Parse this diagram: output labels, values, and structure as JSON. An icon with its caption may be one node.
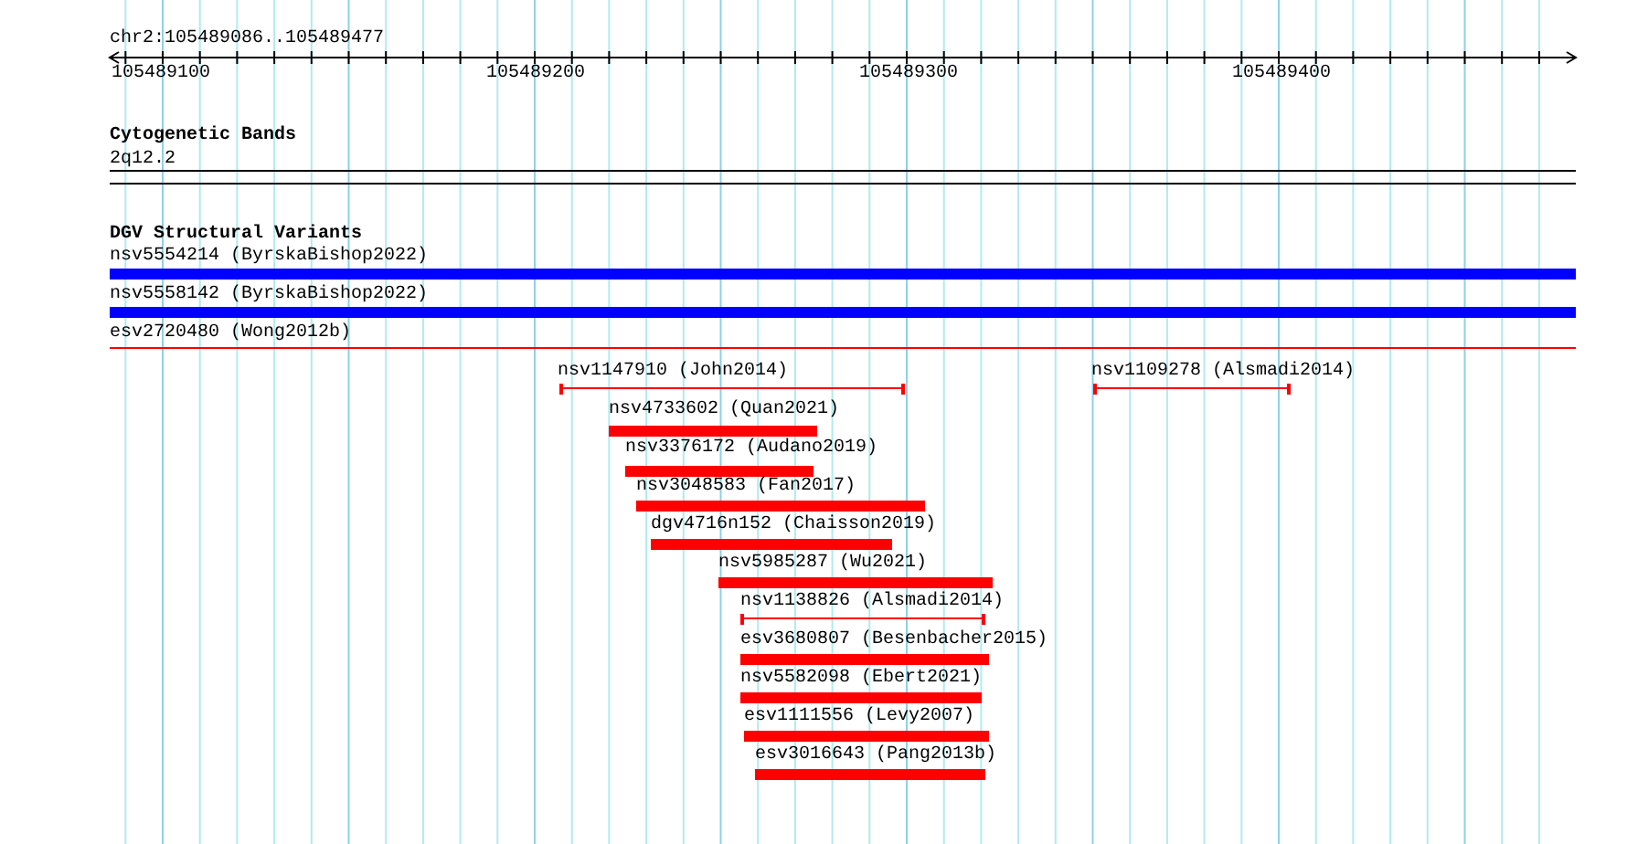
{
  "diagram": {
    "title": "chr2:105489086..105489477",
    "nodes": [
      {
        "text": [
          "nsv5554214 (ByrskaBishop2022)"
        ]
      },
      {
        "text": [
          "nsv5558142 (ByrskaBishop2022)"
        ]
      },
      {
        "text": [
          "esv2720480 (Wong2012b)"
        ]
      },
      {
        "text": [
          "nsv1147910 (John2014)"
        ]
      },
      {
        "text": [
          "nsv1109278 (Alsmadi2014)"
        ]
      },
      {
        "text": [
          "nsv4733602 (Quan2021)"
        ]
      },
      {
        "text": [
          "nsv3376172 (Audano2019)"
        ]
      },
      {
        "text": [
          "nsv3048583 (Fan2017)"
        ]
      },
      {
        "text": [
          "dgv4716n152 (Chaisson2019)"
        ]
      },
      {
        "text": [
          "nsv5985287 (Wu2021)"
        ]
      },
      {
        "text": [
          "nsv1138826 (Alsmadi2014)"
        ]
      },
      {
        "text": [
          "esv3680807 (Besenbacher2015)"
        ]
      },
      {
        "text": [
          "nsv5582098 (Ebert2021)"
        ]
      },
      {
        "text": [
          "esv1111556 (Levy2007)"
        ]
      },
      {
        "text": [
          "esv3016643 (Pang2013b)"
        ]
      }
    ],
    "labels": [
      "105489100",
      "105489200",
      "105489300",
      "105489400",
      "Cytogenetic Bands",
      "2q12.2",
      "DGV Structural Variants"
    ]
  }
}
